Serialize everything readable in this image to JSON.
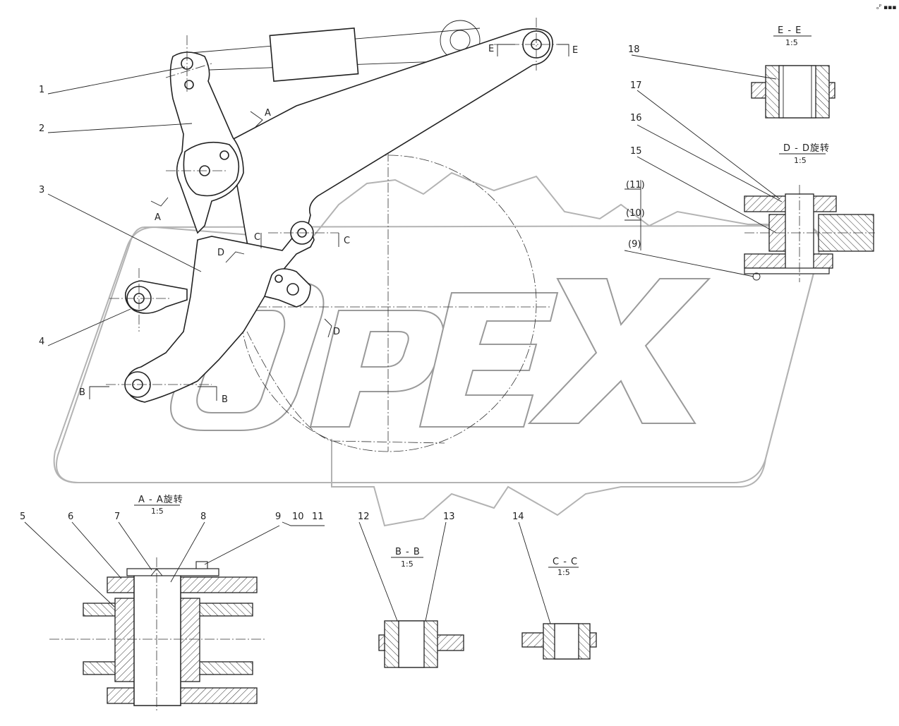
{
  "corner_mark": "ₒᴾ ▪▪▪",
  "watermark": {
    "text": "OPEX"
  },
  "callouts": {
    "c1": "1",
    "c2": "2",
    "c3": "3",
    "c4": "4",
    "c5": "5",
    "c6": "6",
    "c7": "7",
    "c8": "8",
    "c9": "9",
    "c10": "10",
    "c11": "11",
    "c12": "12",
    "c13": "13",
    "c14": "14",
    "c15": "15",
    "c16": "16",
    "c17": "17",
    "c18": "18",
    "p9": "(9)",
    "p10": "(10)",
    "p11": "(11)"
  },
  "section_marks": {
    "a": "A",
    "b": "B",
    "c": "C",
    "d": "D",
    "e": "E"
  },
  "sections": {
    "aa": {
      "title": "A - A旋转",
      "scale": "1:5"
    },
    "bb": {
      "title": "B - B",
      "scale": "1:5"
    },
    "cc": {
      "title": "C - C",
      "scale": "1:5"
    },
    "dd": {
      "title": "D - D旋转",
      "scale": "1:5"
    },
    "ee": {
      "title": "E - E",
      "scale": "1:5"
    }
  }
}
